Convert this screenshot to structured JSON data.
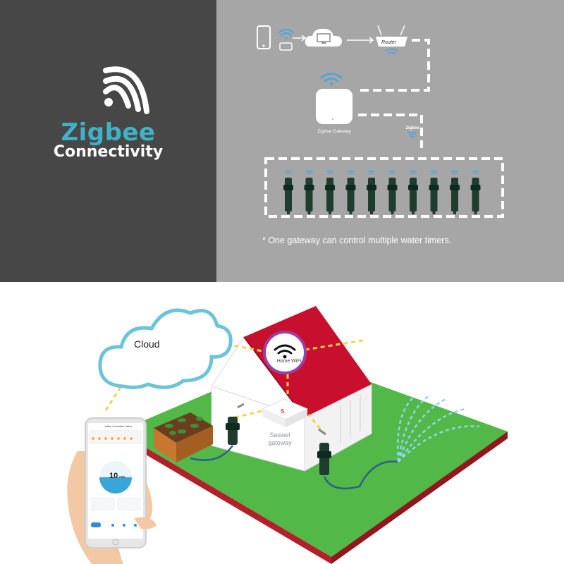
{
  "top_panel": {
    "title": "Zigbee",
    "subtitle": "Connectivity",
    "router_label": "Router",
    "gateway_label": "Zigbee Gateway",
    "zigbee_small_label": "Zigbee",
    "footnote": "* One gateway can control multiple water timers.",
    "timer_count": 10,
    "colors": {
      "dark_panel": "#474747",
      "grey_panel": "#a6a6a6",
      "accent": "#3fb2c8",
      "wifi_blue": "#4aa3df"
    },
    "icons": [
      "zigbee-signal-icon",
      "smartphone-icon",
      "wifi-icon",
      "cloud-monitor-icon",
      "router-icon",
      "gateway-icon",
      "water-timer-icon"
    ]
  },
  "bottom_panel": {
    "cloud_label": "Cloud",
    "wifi_label": "Home WiFi",
    "gateway_label": "Saswel gateway",
    "phone": {
      "app_title": "Valve Controller Valve",
      "value": "10",
      "unit": "min"
    },
    "colors": {
      "grass": "#52b848",
      "soil": "#b2202a",
      "roof": "#c8102e",
      "cloud_outline": "#6cc4d8",
      "wifi_circle": "#9b3fa6",
      "dash": "#f6d34a",
      "hose": "#2f5f8a"
    }
  }
}
